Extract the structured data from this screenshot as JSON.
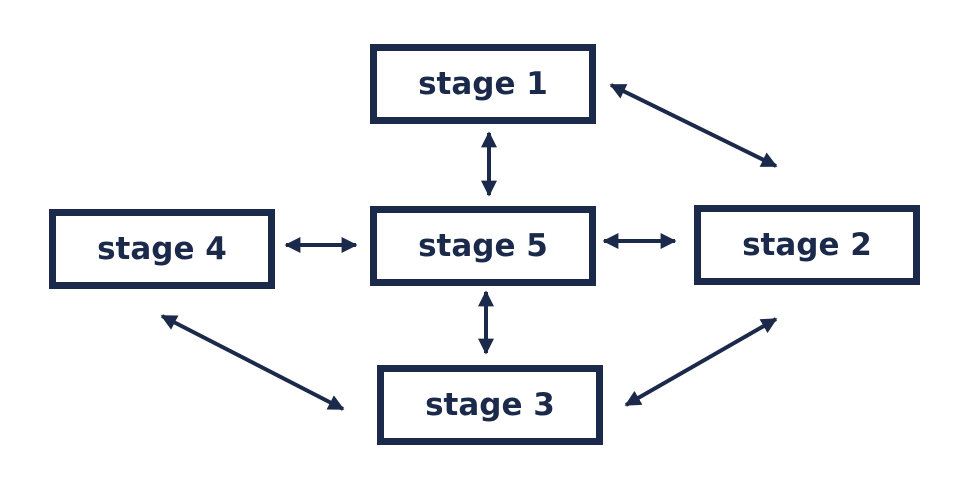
{
  "stages": {
    "stage1": "stage 1",
    "stage2": "stage 2",
    "stage3": "stage 3",
    "stage4": "stage 4",
    "stage5": "stage 5"
  },
  "colors": {
    "stroke": "#1b2a4a",
    "background": "#ffffff"
  }
}
